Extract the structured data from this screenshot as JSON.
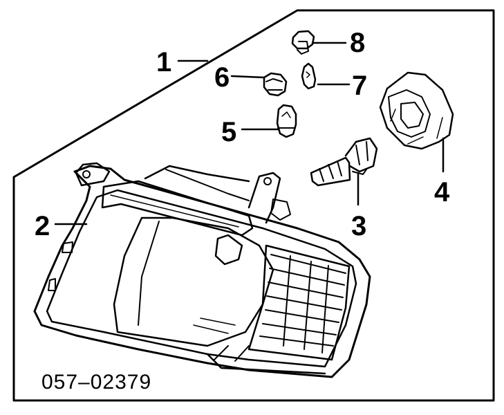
{
  "diagram": {
    "frame_color": "#000000",
    "background": "#ffffff",
    "catalog_code": "057–02379",
    "callouts": [
      {
        "id": "1",
        "label": "1",
        "part": "headlamp-assembly"
      },
      {
        "id": "2",
        "label": "2",
        "part": "lens-housing"
      },
      {
        "id": "3",
        "label": "3",
        "part": "h4-bulb"
      },
      {
        "id": "4",
        "label": "4",
        "part": "rear-dust-cover"
      },
      {
        "id": "5",
        "label": "5",
        "part": "turn-signal-bulb"
      },
      {
        "id": "6",
        "label": "6",
        "part": "bulb-socket"
      },
      {
        "id": "7",
        "label": "7",
        "part": "wedge-bulb"
      },
      {
        "id": "8",
        "label": "8",
        "part": "position-lamp-socket"
      }
    ]
  }
}
